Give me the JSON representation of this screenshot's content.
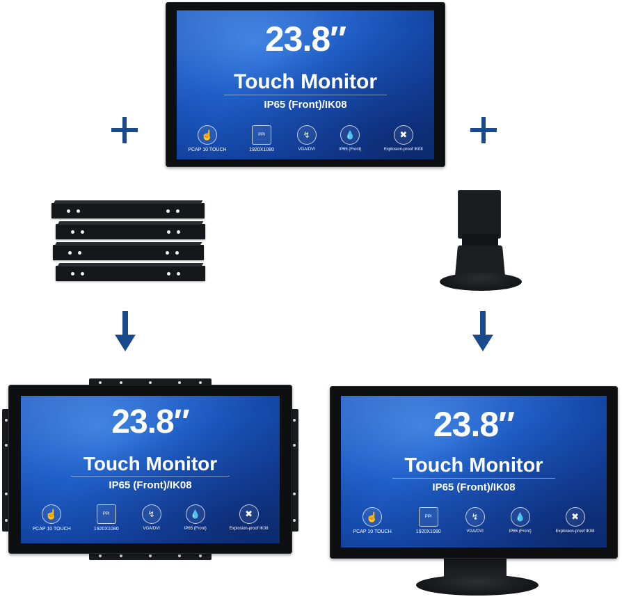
{
  "monitors": {
    "top": {
      "size": "23.8″",
      "title": "Touch Monitor",
      "subtitle": "IP65 (Front)/IK08"
    },
    "bottom_left": {
      "size": "23.8″",
      "title": "Touch Monitor",
      "subtitle": "IP65 (Front)/IK08"
    },
    "bottom_right": {
      "size": "23.8″",
      "title": "Touch Monitor",
      "subtitle": "IP65 (Front)/IK08"
    }
  },
  "features": [
    {
      "icon": "touch-icon",
      "label": "PCAP 10 TOUCH"
    },
    {
      "icon": "ppi-icon",
      "label": "1920X1080",
      "icon_text": "PPI"
    },
    {
      "icon": "usb-icon",
      "label": "VGA/DVI"
    },
    {
      "icon": "water-drops-icon",
      "label": "IP65 (Front)"
    },
    {
      "icon": "explosion-proof-icon",
      "label": "Explosion-proof IK08"
    }
  ],
  "colors": {
    "accent_blue": "#1a4a8e",
    "screen_blue": "#1f5fc9",
    "bezel": "#0e0f11"
  }
}
